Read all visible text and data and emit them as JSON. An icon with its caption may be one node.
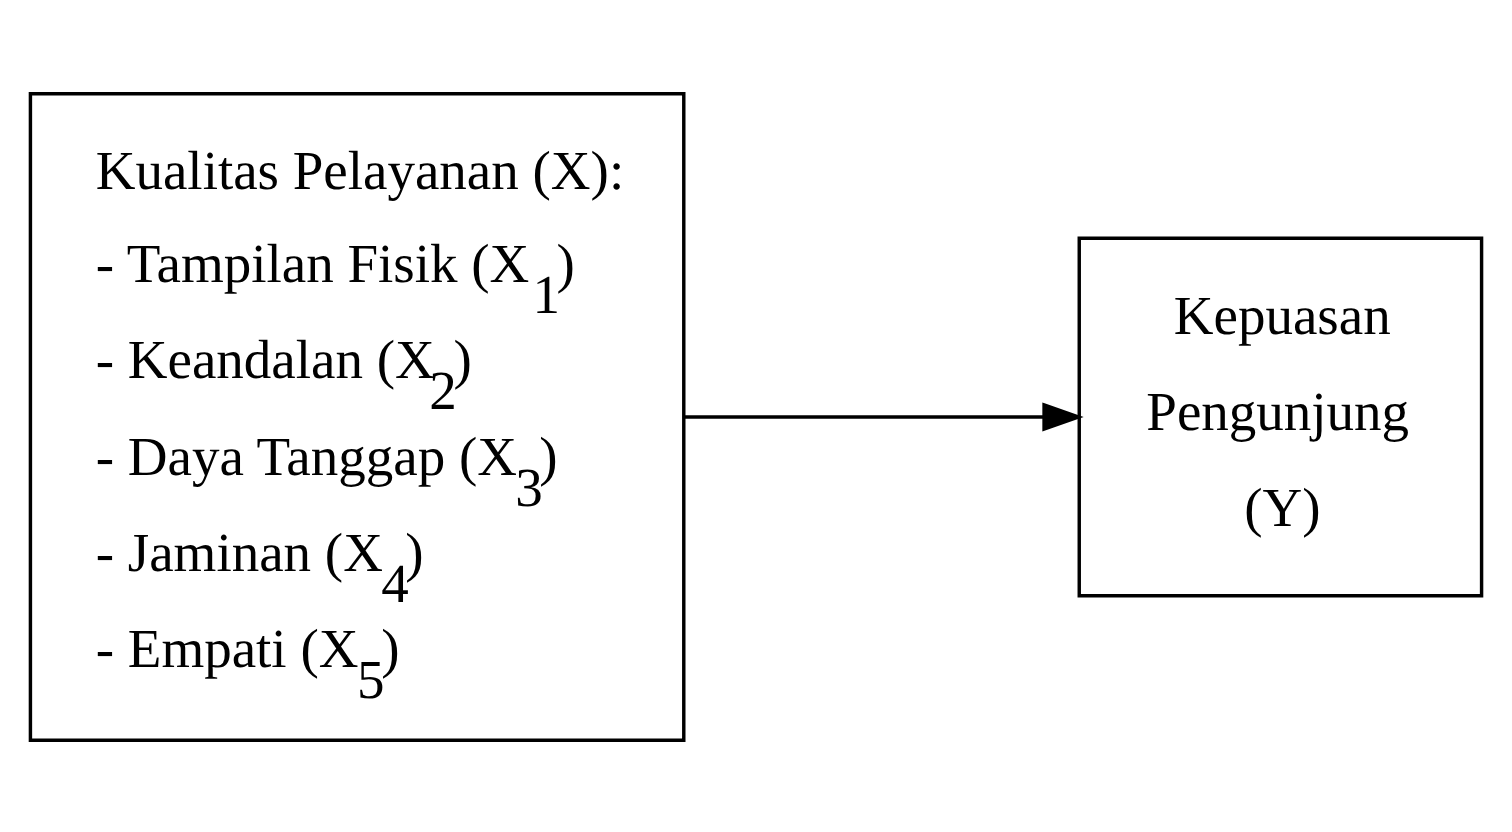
{
  "diagram": {
    "nodes": [
      {
        "text": [
          "Kualitas Pelayanan (X):",
          "- Tampilan Fisik (X$_{1}$)",
          "- Keandalan (X$_{2}$)",
          "- Daya Tanggap (X$_{3}$)",
          "- Jaminan (X$_{4}$)",
          "- Empati (X$_{5}$)"
        ]
      },
      {
        "text": [
          "Kepuasan Pengunjung (Y)"
        ]
      }
    ],
    "edges": [
      {
        "from": 0,
        "to": 1,
        "arrow": "to"
      }
    ]
  }
}
